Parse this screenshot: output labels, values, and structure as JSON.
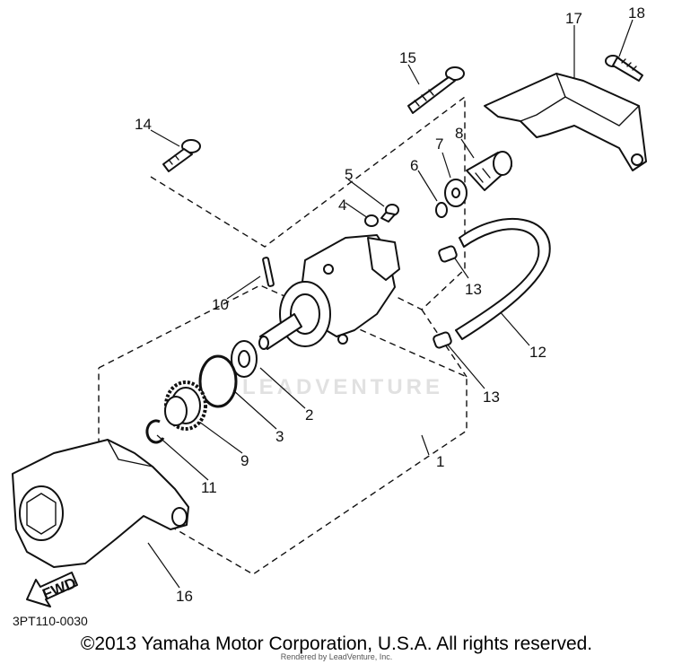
{
  "diagram": {
    "callouts": [
      {
        "id": "1",
        "label": "1"
      },
      {
        "id": "2",
        "label": "2"
      },
      {
        "id": "3",
        "label": "3"
      },
      {
        "id": "4",
        "label": "4"
      },
      {
        "id": "5",
        "label": "5"
      },
      {
        "id": "6",
        "label": "6"
      },
      {
        "id": "7",
        "label": "7"
      },
      {
        "id": "8",
        "label": "8"
      },
      {
        "id": "9",
        "label": "9"
      },
      {
        "id": "10",
        "label": "10"
      },
      {
        "id": "11",
        "label": "11"
      },
      {
        "id": "12",
        "label": "12"
      },
      {
        "id": "13a",
        "label": "13"
      },
      {
        "id": "13b",
        "label": "13"
      },
      {
        "id": "14",
        "label": "14"
      },
      {
        "id": "15",
        "label": "15"
      },
      {
        "id": "16",
        "label": "16"
      },
      {
        "id": "17",
        "label": "17"
      },
      {
        "id": "18",
        "label": "18"
      }
    ],
    "fwd_label": "FWD",
    "diagram_code": "3PT110-0030",
    "watermark": "LEADVENTURE",
    "copyright": "©2013 Yamaha Motor Corporation, U.S.A. All rights reserved.",
    "rendered_by": "Rendered by LeadVenture, Inc."
  }
}
